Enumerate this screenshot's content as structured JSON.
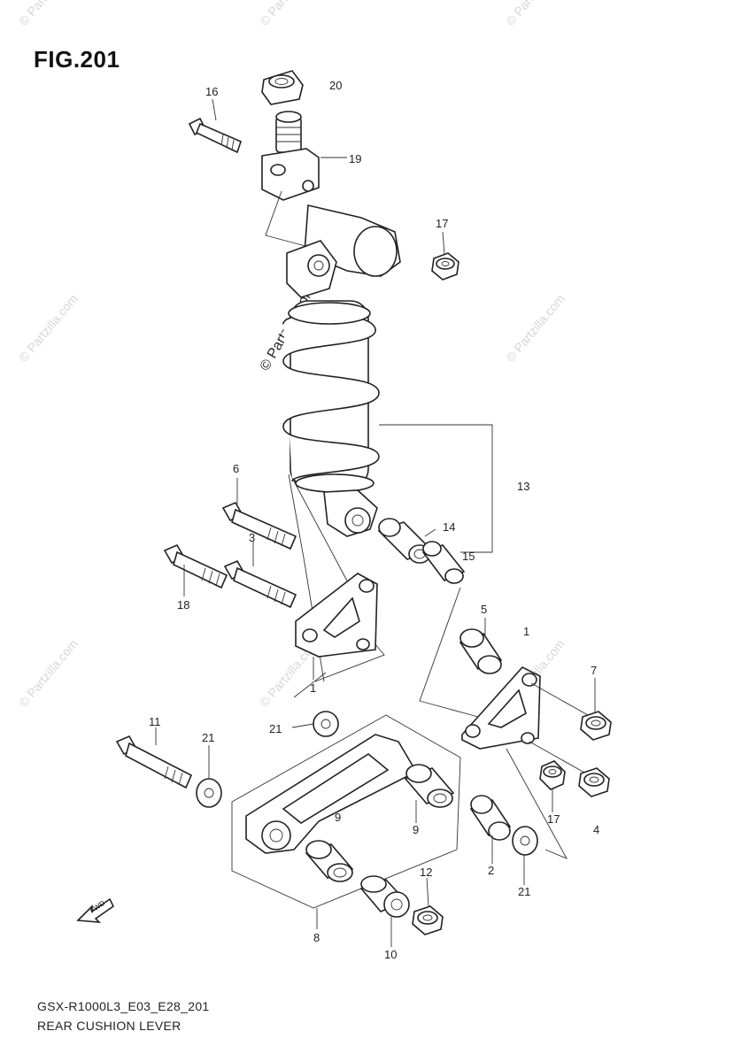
{
  "figure": {
    "title": "FIG.201",
    "footer_code": "GSX-R1000L3_E03_E28_201",
    "footer_name": "REAR CUSHION LEVER",
    "fwd_label": "FWD"
  },
  "watermark": {
    "text": "© Partzilla.com",
    "short": "© Partzilla.com"
  },
  "callouts": [
    {
      "id": "c20",
      "label": "20"
    },
    {
      "id": "c16",
      "label": "16"
    },
    {
      "id": "c19",
      "label": "19"
    },
    {
      "id": "c17a",
      "label": "17"
    },
    {
      "id": "c13",
      "label": "13"
    },
    {
      "id": "c6",
      "label": "6"
    },
    {
      "id": "c3",
      "label": "3"
    },
    {
      "id": "c14",
      "label": "14"
    },
    {
      "id": "c15",
      "label": "15"
    },
    {
      "id": "c18",
      "label": "18"
    },
    {
      "id": "c5",
      "label": "5"
    },
    {
      "id": "c1a",
      "label": "1"
    },
    {
      "id": "c1b",
      "label": "1"
    },
    {
      "id": "c7",
      "label": "7"
    },
    {
      "id": "c11",
      "label": "11"
    },
    {
      "id": "c21a",
      "label": "21"
    },
    {
      "id": "c21b",
      "label": "21"
    },
    {
      "id": "c21c",
      "label": "21"
    },
    {
      "id": "c9a",
      "label": "9"
    },
    {
      "id": "c9b",
      "label": "9"
    },
    {
      "id": "c17b",
      "label": "17"
    },
    {
      "id": "c4",
      "label": "4"
    },
    {
      "id": "c2",
      "label": "2"
    },
    {
      "id": "c12",
      "label": "12"
    },
    {
      "id": "c8",
      "label": "8"
    },
    {
      "id": "c10",
      "label": "10"
    }
  ]
}
